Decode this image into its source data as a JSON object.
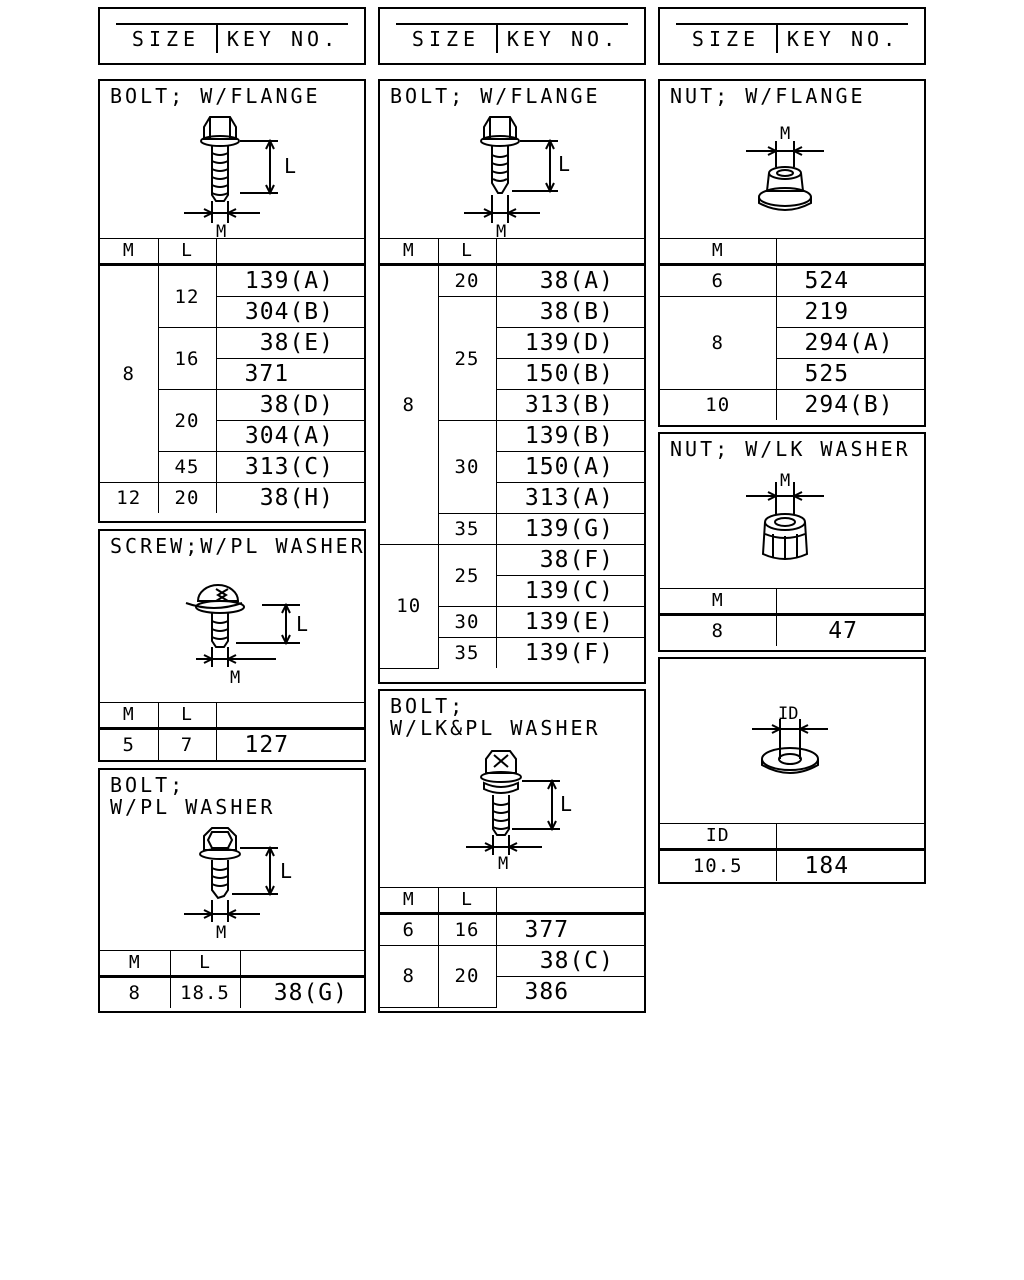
{
  "headers": [
    {
      "size": "SIZE",
      "key": "KEY NO."
    },
    {
      "size": "SIZE",
      "key": "KEY NO."
    },
    {
      "size": "SIZE",
      "key": "KEY NO."
    }
  ],
  "bolt_flange_1": {
    "title": "BOLT; W/FLANGE",
    "dim_L": "L",
    "dim_M": "M",
    "cols": [
      "M",
      "L",
      ""
    ],
    "rows": [
      {
        "m": "8",
        "l": "12",
        "keys": [
          "139(A)",
          "304(B)"
        ]
      },
      {
        "m": "",
        "l": "16",
        "keys": [
          "38(E)",
          "371"
        ]
      },
      {
        "m": "",
        "l": "20",
        "keys": [
          "38(D)",
          "304(A)"
        ]
      },
      {
        "m": "",
        "l": "45",
        "keys": [
          "313(C)"
        ]
      },
      {
        "m": "12",
        "l": "20",
        "keys": [
          "38(H)"
        ]
      }
    ]
  },
  "screw_pl_washer": {
    "title": "SCREW;W/PL WASHER",
    "dim_L": "L",
    "dim_M": "M",
    "cols": [
      "M",
      "L",
      ""
    ],
    "row": {
      "m": "5",
      "l": "7",
      "key": "127"
    }
  },
  "bolt_pl_washer": {
    "title": "BOLT;\nW/PL WASHER",
    "dim_L": "L",
    "dim_M": "M",
    "cols": [
      "M",
      "L",
      ""
    ],
    "row": {
      "m": "8",
      "l": "18.5",
      "key": "38(G)"
    }
  },
  "bolt_flange_2": {
    "title": "BOLT; W/FLANGE",
    "dim_L": "L",
    "dim_M": "M",
    "cols": [
      "M",
      "L",
      ""
    ],
    "m8": "8",
    "m10": "10",
    "groups": [
      {
        "l": "20",
        "keys": [
          "38(A)"
        ]
      },
      {
        "l": "25",
        "keys": [
          "38(B)",
          "139(D)",
          "150(B)",
          "313(B)"
        ]
      },
      {
        "l": "30",
        "keys": [
          "139(B)",
          "150(A)",
          "313(A)"
        ]
      },
      {
        "l": "35",
        "keys": [
          "139(G)"
        ]
      },
      {
        "l": "25",
        "keys": [
          "38(F)",
          "139(C)"
        ]
      },
      {
        "l": "30",
        "keys": [
          "139(E)"
        ]
      },
      {
        "l": "35",
        "keys": [
          "139(F)"
        ]
      }
    ]
  },
  "bolt_lk_pl_washer": {
    "title": "BOLT;\nW/LK&PL WASHER",
    "dim_L": "L",
    "dim_M": "M",
    "cols": [
      "M",
      "L",
      ""
    ],
    "rows": [
      {
        "m": "6",
        "l": "16",
        "key": "377"
      },
      {
        "m": "8",
        "l": "20",
        "keys": [
          "38(C)",
          "386"
        ]
      }
    ]
  },
  "nut_flange": {
    "title": "NUT; W/FLANGE",
    "dim_M": "M",
    "cols": [
      "M",
      ""
    ],
    "rows": [
      {
        "m": "6",
        "keys": [
          "524"
        ]
      },
      {
        "m": "8",
        "keys": [
          "219",
          "294(A)",
          "525"
        ]
      },
      {
        "m": "10",
        "keys": [
          "294(B)"
        ]
      }
    ]
  },
  "nut_lk_washer": {
    "title": "NUT; W/LK WASHER",
    "dim_M": "M",
    "cols": [
      "M",
      ""
    ],
    "row": {
      "m": "8",
      "key": "47"
    }
  },
  "washer": {
    "dim_ID": "ID",
    "cols": [
      "ID",
      ""
    ],
    "row": {
      "id": "10.5",
      "key": "184"
    }
  }
}
